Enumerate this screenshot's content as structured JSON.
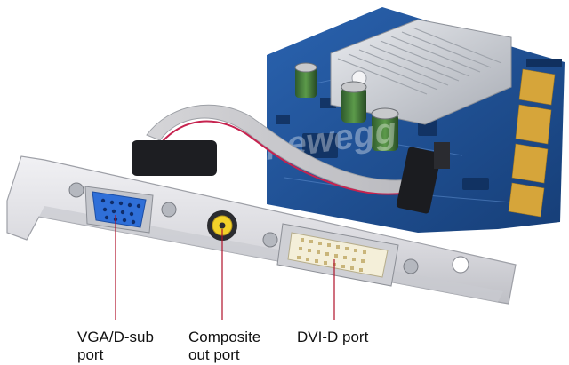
{
  "watermark": "newegg",
  "labels": {
    "vga": "VGA/D-sub\nport",
    "composite": "Composite\nout port",
    "dvi": "DVI-D port"
  },
  "colors": {
    "pcb": "#1e4f93",
    "bracket": "#e6e6ea",
    "vga_connector": "#2f6fd8",
    "rca_center": "#f2d22a",
    "leader_line": "#b0122a",
    "heatsink": "#cfd2d8",
    "gold_fingers": "#d6a53a"
  }
}
